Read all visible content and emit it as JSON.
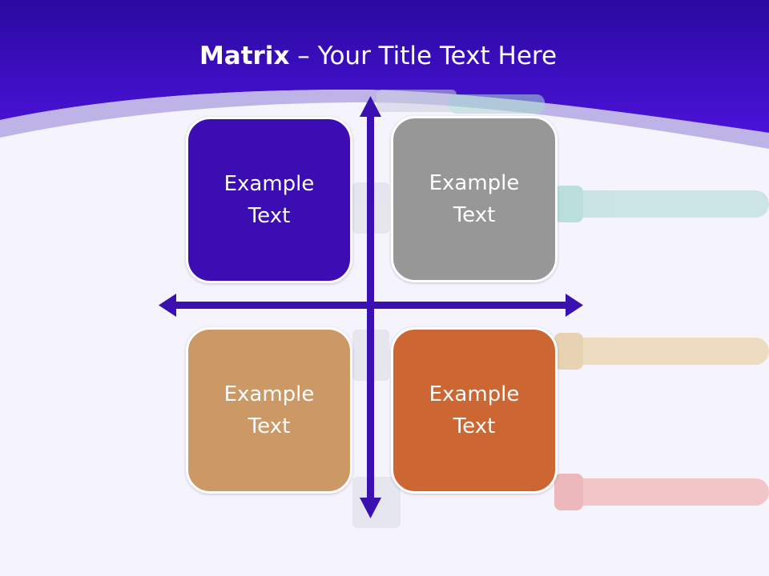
{
  "title": {
    "bold": "Matrix",
    "rest": " – Your Title Text Here"
  },
  "quadrants": [
    {
      "text": "Example Text",
      "color": "#3b0db3"
    },
    {
      "text": "Example Text",
      "color": "#979797"
    },
    {
      "text": "Example Text",
      "color": "#cc9966"
    },
    {
      "text": "Example Text",
      "color": "#cc6633"
    }
  ],
  "colors": {
    "header": "#3a0fc0",
    "axis": "#3a10b0",
    "background": "#f5f3fb"
  }
}
